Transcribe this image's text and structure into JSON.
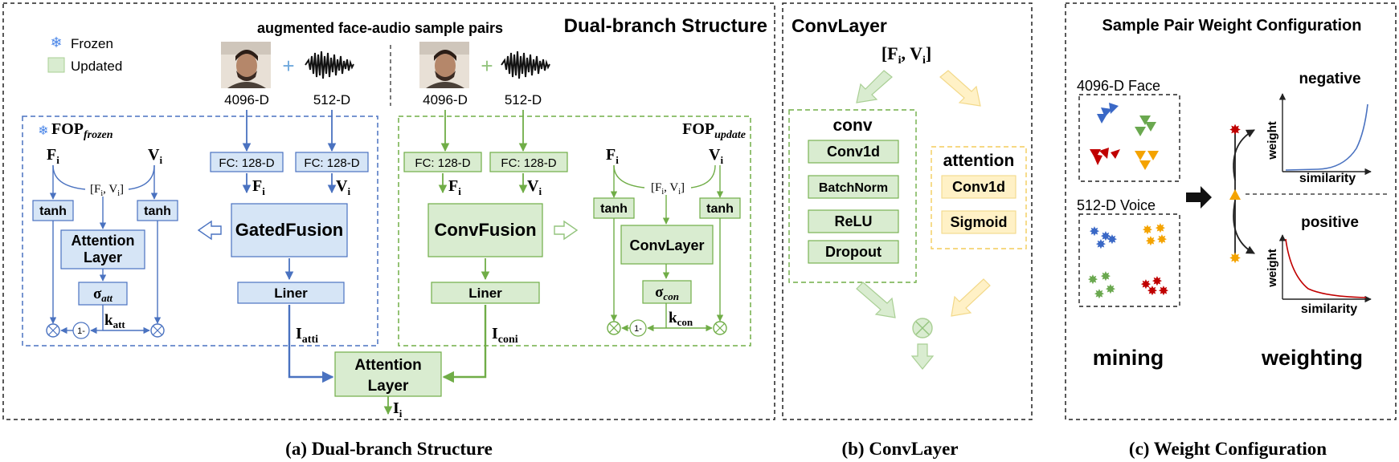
{
  "panel_a": {
    "title": "Dual-branch Structure",
    "input_title": "augmented face-audio sample pairs",
    "legend": {
      "frozen": "Frozen",
      "updated": "Updated"
    },
    "dim_face": "4096-D",
    "dim_voice": "512-D",
    "fc_label": "FC:  128-D",
    "gated_fusion": "GatedFusion",
    "conv_fusion": "ConvFusion",
    "liner": "Liner",
    "attention_layer_line1": "Attention",
    "attention_layer_line2": "Layer",
    "tanh": "tanh",
    "concat_main": "[F",
    "concat_tail": ", V",
    "concat_close": "]",
    "f_main": "F",
    "v_main": "V",
    "i_sub": "i",
    "fop_main": "FOP",
    "fop_frozen_sub": "frozen",
    "fop_update_sub": "update",
    "sigma_att": "att",
    "sigma_con": "con",
    "k_att": "att",
    "k_con": "con",
    "one_minus": "1-",
    "out_atti": "atti",
    "out_coni": "coni",
    "convlayer": "ConvLayer",
    "caption": "(a) Dual-branch Structure"
  },
  "panel_b": {
    "title": "ConvLayer",
    "conv_title": "conv",
    "conv_items": [
      "Conv1d",
      "BatchNorm",
      "ReLU",
      "Dropout"
    ],
    "attention_title": "attention",
    "attention_items": [
      "Conv1d",
      "Sigmoid"
    ],
    "caption": "(b) ConvLayer"
  },
  "panel_c": {
    "title": "Sample Pair Weight Configuration",
    "face_label": "4096-D Face",
    "voice_label": "512-D Voice",
    "negative": "negative",
    "positive": "positive",
    "axis_weight": "weight",
    "axis_similarity": "similarity",
    "mining": "mining",
    "weighting": "weighting",
    "caption": "(c) Weight Configuration"
  },
  "colors": {
    "blue_fill": "#d6e5f6",
    "blue_stroke": "#4a72c0",
    "green_fill": "#d9ecd0",
    "green_stroke": "#70ad47",
    "yellow_fill": "#fff1c6",
    "yellow_stroke": "#f3cc5a",
    "red": "#c00000",
    "orange": "#f4a300",
    "blue_marker": "#3a68c6",
    "green_marker": "#6aa84f"
  }
}
